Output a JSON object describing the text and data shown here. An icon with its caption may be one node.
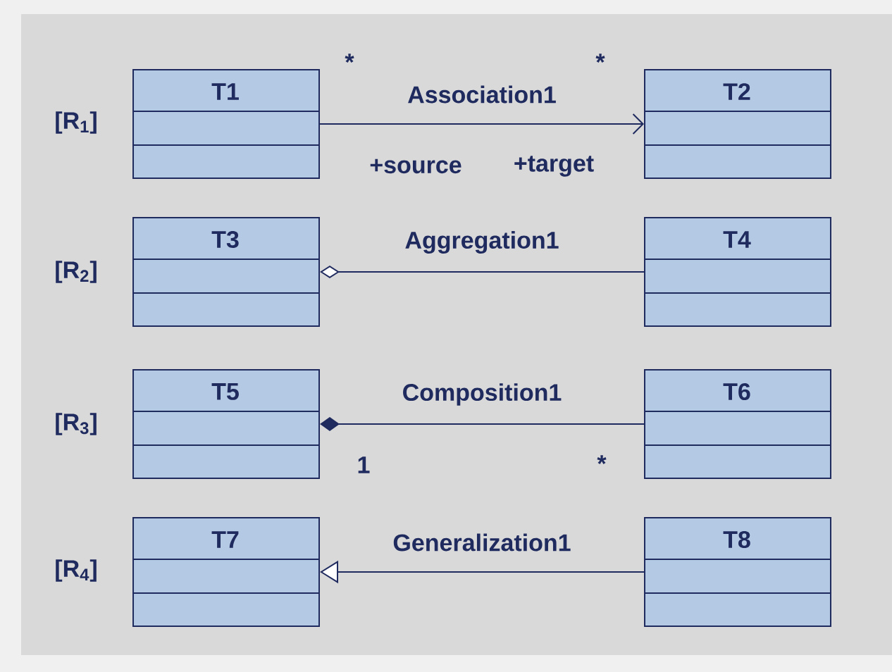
{
  "diagram": {
    "nodes": [
      {
        "text": [
          "T1"
        ]
      },
      {
        "text": [
          "T2"
        ]
      },
      {
        "text": [
          "T3"
        ]
      },
      {
        "text": [
          "T4"
        ]
      },
      {
        "text": [
          "T5"
        ]
      },
      {
        "text": [
          "T6"
        ]
      },
      {
        "text": [
          "T7"
        ]
      },
      {
        "text": [
          "T8"
        ]
      }
    ],
    "edges": [
      {
        "from": 0,
        "to": 1,
        "arrow": "to",
        "label": "Association1"
      },
      {
        "from": 3,
        "to": 2,
        "arrow": "other",
        "label": "Aggregation1"
      },
      {
        "from": 5,
        "to": 4,
        "arrow": "other",
        "label": "Composition1"
      },
      {
        "from": 7,
        "to": 6,
        "arrow": "to",
        "label": "Generalization1"
      }
    ],
    "labels": [
      "*",
      "*",
      "[R$_{1}$]",
      "+source",
      "+target",
      "[R$_{2}$]",
      "[R$_{3}$]",
      "1",
      "*",
      "[R$_{4}$]"
    ]
  }
}
